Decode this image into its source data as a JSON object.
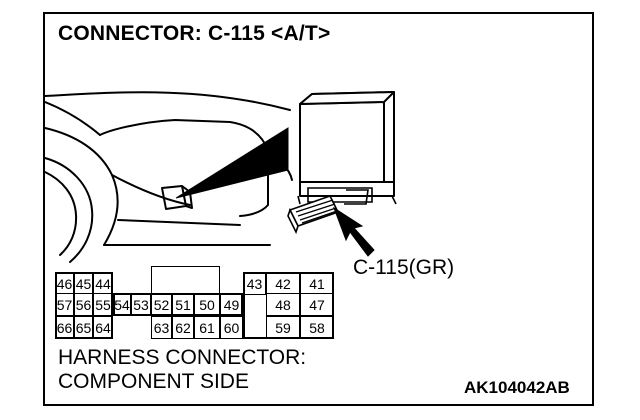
{
  "title": "CONNECTOR: C-115 <A/T>",
  "connector_label": "C-115(GR)",
  "caption": {
    "line1": "HARNESS CONNECTOR:",
    "line2": "COMPONENT SIDE"
  },
  "figure_code": "AK104042AB",
  "pins": {
    "row1": [
      "46",
      "45",
      "44",
      "43",
      "42",
      "41"
    ],
    "row2": [
      "57",
      "56",
      "55",
      "54",
      "53",
      "52",
      "51",
      "50",
      "49",
      "48",
      "47"
    ],
    "row3": [
      "66",
      "65",
      "64",
      "63",
      "62",
      "61",
      "60",
      "59",
      "58"
    ]
  }
}
